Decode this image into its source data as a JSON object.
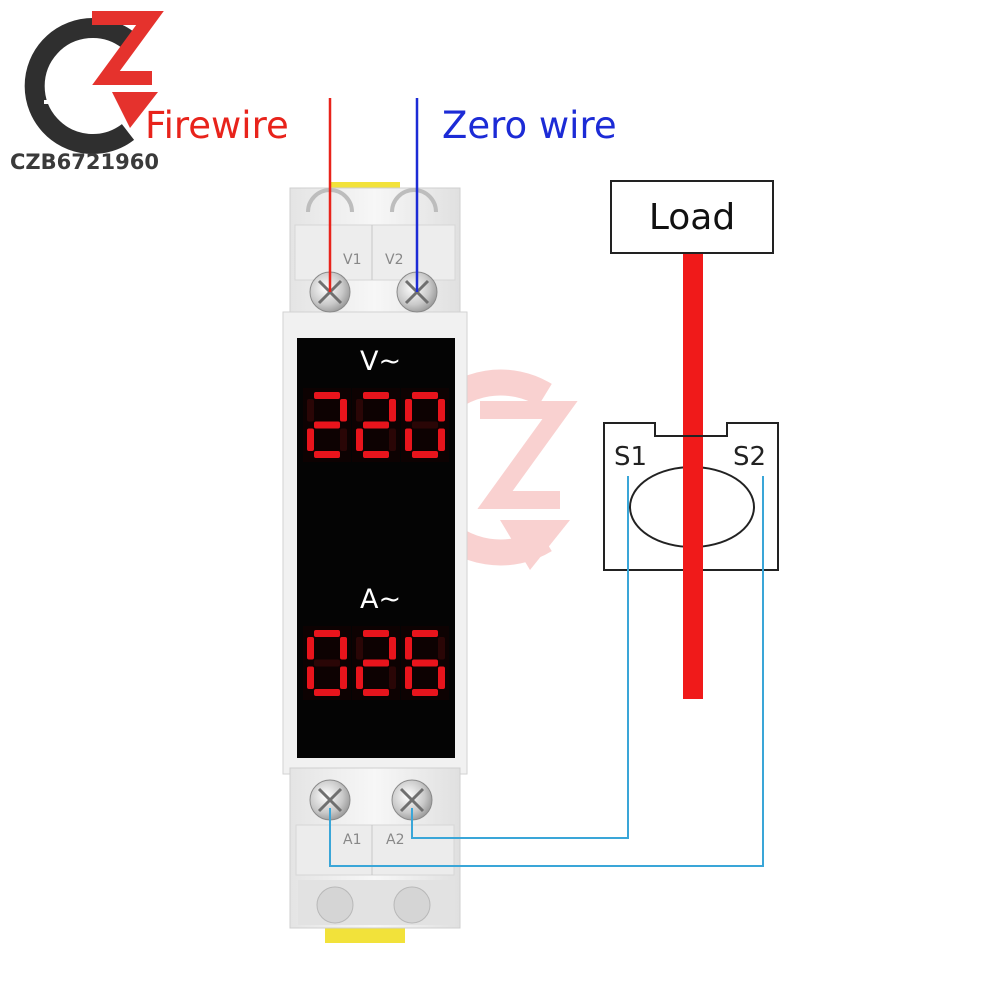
{
  "brand": {
    "name": "CZB6721960",
    "colors": {
      "red": "#e5322d",
      "gray": "#3a3a3a"
    }
  },
  "wires": {
    "fire_label": "Firewire",
    "zero_label": "Zero wire",
    "fire_color": "#e8231b",
    "zero_color": "#1c2bd6",
    "signal_color": "#3aa6d8",
    "load_conductor_color": "#f01a1a"
  },
  "load": {
    "label": "Load"
  },
  "meter": {
    "voltage_unit": "V~",
    "voltage_reading": "220",
    "current_unit": "A~",
    "current_reading": "026",
    "segment_color": "#e8141c",
    "top_terminals": [
      "V1",
      "V2"
    ],
    "bottom_terminals": [
      "A1",
      "A2"
    ]
  },
  "sensor": {
    "left_terminal": "S1",
    "right_terminal": "S2"
  }
}
